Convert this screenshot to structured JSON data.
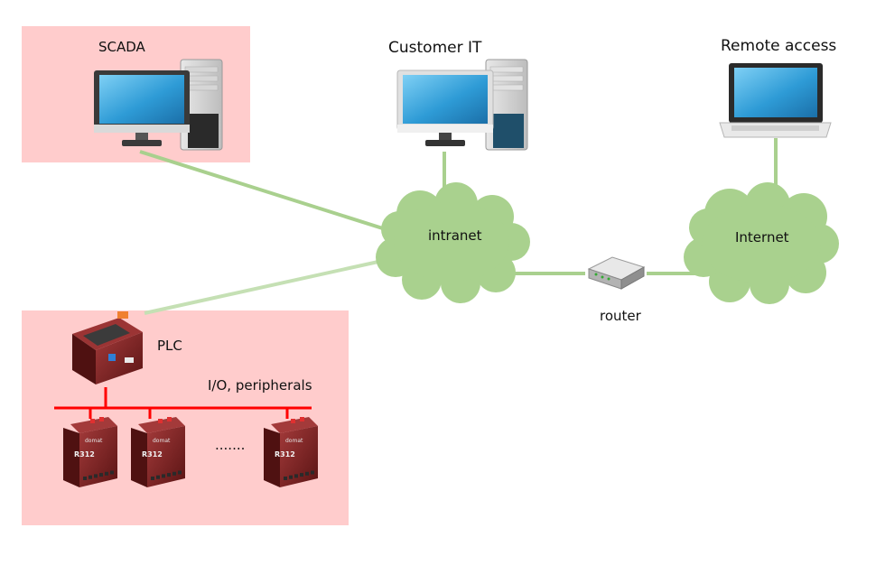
{
  "labels": {
    "scada": "SCADA",
    "customer_it": "Customer IT",
    "remote_access": "Remote access",
    "intranet": "intranet",
    "internet": "Internet",
    "router": "router",
    "plc": "PLC",
    "io_peripherals": "I/O, peripherals",
    "ellipsis": ".......",
    "module_model": "R312",
    "module_brand": "domat"
  },
  "colors": {
    "zone_fill": "#ffcccc",
    "link_green": "#a9d08e",
    "link_green_light": "#c5e0b4",
    "cloud_green": "#a9d18e",
    "bus_red": "#ff0000",
    "screen_blue": "#2e9bd6",
    "device_dark": "#6b1c1c"
  },
  "icons": [
    "desktop-computer-icon",
    "laptop-icon",
    "cloud-icon",
    "router-icon",
    "plc-controller-icon",
    "io-module-icon"
  ]
}
